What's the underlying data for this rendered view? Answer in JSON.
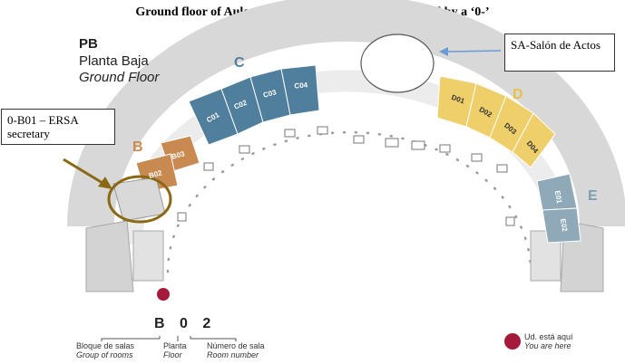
{
  "title": "Ground floor of Aulario II. Room numbers are preceded by a ‘0-’",
  "floor": {
    "code": "PB",
    "name_es": "Planta Baja",
    "name_en": "Ground Floor"
  },
  "callouts": {
    "b01": "0-B01 – ERSA secretary",
    "sa": "SA-Salón de Actos"
  },
  "sections": {
    "b": {
      "letter": "B",
      "color": "#c98a52",
      "rooms": [
        "B03",
        "B02"
      ]
    },
    "c": {
      "letter": "C",
      "color": "#4f7f9c",
      "rooms": [
        "C01",
        "C02",
        "C03",
        "C04"
      ]
    },
    "d": {
      "letter": "D",
      "color": "#efcf6a",
      "rooms": [
        "D01",
        "D02",
        "D03",
        "D04"
      ]
    },
    "e": {
      "letter": "E",
      "color": "#8fa9b8",
      "rooms": [
        "E01",
        "E02"
      ]
    }
  },
  "legend": {
    "code": "B 0 2",
    "group_es": "Bloque de salas",
    "group_en": "Group of rooms",
    "floor_es": "Planta",
    "floor_en": "Floor",
    "room_es": "Número de sala",
    "room_en": "Room number",
    "here_es": "Ud. está aquí",
    "here_en": "You are here"
  },
  "colors": {
    "you_are_here": "#a51a3b",
    "highlight": "#8b6914",
    "arrow": "#6b9bd2",
    "building": "#dcdcdc"
  }
}
